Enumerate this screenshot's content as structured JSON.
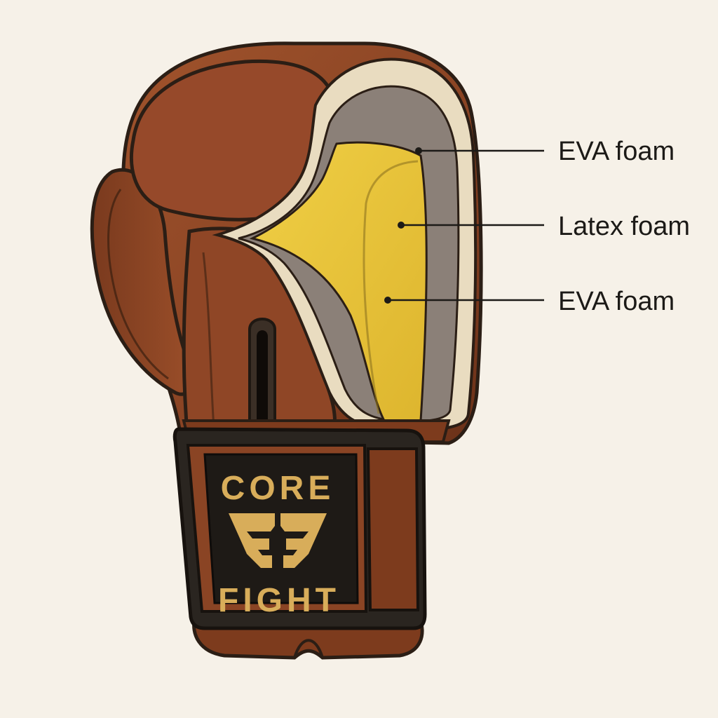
{
  "diagram": {
    "subject": "boxing-glove-cross-section",
    "labels": [
      {
        "id": "eva_top",
        "text": "EVA foam"
      },
      {
        "id": "latex",
        "text": "Latex foam"
      },
      {
        "id": "eva_bottom",
        "text": "EVA foam"
      }
    ],
    "brand": {
      "word_top": "CORE",
      "word_bottom": "FIGHT",
      "logo_icon": "double-f-emblem-icon"
    },
    "colors": {
      "background": "#f6f1e8",
      "leather": "#8a4424",
      "leather_dark": "#5e2b14",
      "outline": "#2b1e15",
      "cream_layer": "#e9dcc0",
      "gray_layer": "#8b8078",
      "latex_yellow": "#e8c33a",
      "strap_dark": "#2a2520",
      "brand_gold": "#d8ad5a",
      "leader_line": "#1c1a17"
    }
  }
}
